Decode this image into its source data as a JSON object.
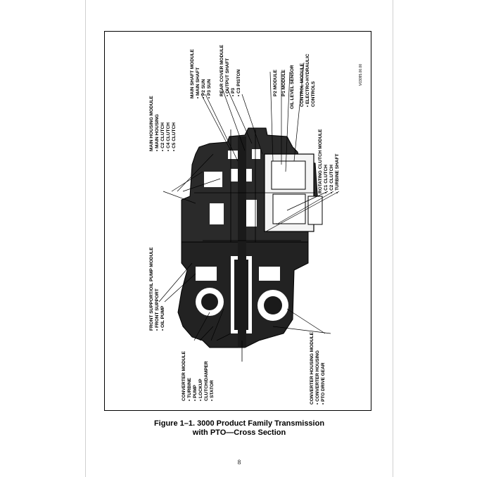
{
  "figure": {
    "code": "V03095.00.00",
    "caption_line1": "Figure 1–1. 3000 Product Family Transmission",
    "caption_line2": "with PTO—Cross Section",
    "callouts": {
      "main_housing": [
        "MAIN HOUSING MODULE",
        "• MAIN HOUSING",
        "• C2 CLUTCH",
        "• C4 CLUTCH",
        "• C5 CLUTCH"
      ],
      "main_shaft": [
        "MAIN SHAFT MODULE",
        "• MAIN SHAFT",
        "• P2 SUN",
        "• P3 SUN"
      ],
      "rear_cover": [
        "REAR COVER MODULE",
        "• OUTPUT SHAFT",
        "• P3",
        "• C3 PISTON"
      ],
      "p2_module": [
        "P2 MODULE"
      ],
      "p1_module": [
        "P1 MODULE"
      ],
      "oil_level": [
        "OIL LEVEL SENSOR"
      ],
      "control_module": [
        "CONTROL MODULE",
        "• ELECTRO-HYDRAULIC",
        "CONTROLS"
      ],
      "rotating_clutch": [
        "ROTATING CLUTCH MODULE",
        "• C1 CLUTCH",
        "• C2 CLUTCH",
        "• TURBINE SHAFT"
      ],
      "front_support": [
        "FRONT SUPPORT/OIL PUMP MODULE",
        "• FRONT SUPPORT",
        "• OIL PUMP"
      ],
      "converter": [
        "CONVERTER MODULE",
        "• TURBINE",
        "• PUMP",
        "• LOCKUP",
        "CLUTCH/DAMPER",
        "• STATOR"
      ],
      "converter_housing": [
        "CONVERTER HOUSING MODULE",
        "• CONVERTER HOUSING",
        "• PTO DRIVE GEAR"
      ]
    }
  },
  "page": {
    "number": "8"
  }
}
